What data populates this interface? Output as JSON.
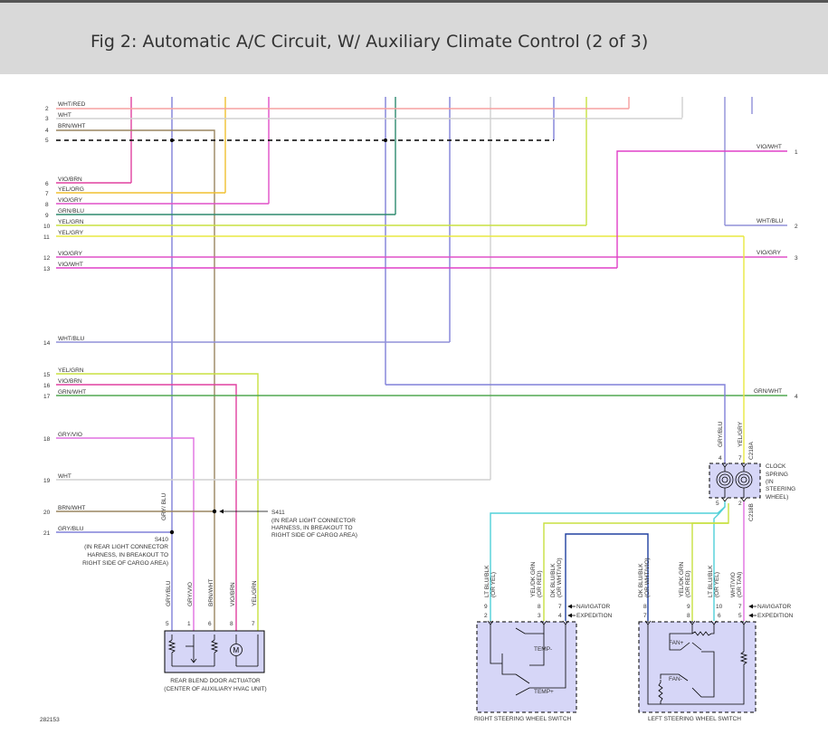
{
  "header": {
    "title": "Fig 2: Automatic A/C Circuit, W/ Auxiliary Climate Control (2 of 3)"
  },
  "figure_id": "282153",
  "colors": {
    "header_bg": "#d9d9d9",
    "connector_fill": "#d6d6f7",
    "wire_colors": {
      "WHT/RED": "#f5a0a0",
      "WHT": "#d0d0d0",
      "BRN/WHT": "#9a8660",
      "VIO/BRN": "#e040a0",
      "YEL/ORG": "#f0c030",
      "VIO/GRY": "#e050c8",
      "GRN/BLU": "#2e8a6e",
      "YEL/GRN": "#c8e040",
      "YEL/GRY": "#e8e840",
      "VIO/WHT": "#e040c8",
      "WHT/BLU": "#9090d8",
      "GRN/WHT": "#50a850",
      "GRY/VIO": "#e070e0",
      "GRY/BLU": "#8080d8",
      "LT BLU": "#50d0d8",
      "DK BLU": "#2040a0"
    }
  },
  "left_pins": [
    {
      "num": "2",
      "label": "WHT/RED"
    },
    {
      "num": "3",
      "label": "WHT"
    },
    {
      "num": "4",
      "label": "BRN/WHT"
    },
    {
      "num": "5",
      "label": ""
    },
    {
      "num": "6",
      "label": "VIO/BRN"
    },
    {
      "num": "7",
      "label": "YEL/ORG"
    },
    {
      "num": "8",
      "label": "VIO/GRY"
    },
    {
      "num": "9",
      "label": "GRN/BLU"
    },
    {
      "num": "10",
      "label": "YEL/GRN"
    },
    {
      "num": "11",
      "label": "YEL/GRY"
    },
    {
      "num": "12",
      "label": "VIO/GRY"
    },
    {
      "num": "13",
      "label": "VIO/WHT"
    },
    {
      "num": "14",
      "label": "WHT/BLU"
    },
    {
      "num": "15",
      "label": "YEL/GRN"
    },
    {
      "num": "16",
      "label": "VIO/BRN"
    },
    {
      "num": "17",
      "label": "GRN/WHT"
    },
    {
      "num": "18",
      "label": "GRY/VIO"
    },
    {
      "num": "19",
      "label": "WHT"
    },
    {
      "num": "20",
      "label": "BRN/WHT"
    },
    {
      "num": "21",
      "label": "GRY/BLU"
    }
  ],
  "right_pins": [
    {
      "num": "1",
      "label": "VIO/WHT"
    },
    {
      "num": "2",
      "label": "WHT/BLU"
    },
    {
      "num": "3",
      "label": "VIO/GRY"
    },
    {
      "num": "4",
      "label": "GRN/WHT"
    }
  ],
  "splices": {
    "s411": {
      "id": "S411",
      "line1": "(IN REAR LIGHT CONNECTOR",
      "line2": "HARNESS, IN BREAKOUT TO",
      "line3": "RIGHT SIDE OF CARGO AREA)"
    },
    "s410": {
      "id": "S410",
      "line1": "(IN REAR LIGHT CONNECTOR",
      "line2": "HARNESS, IN BREAKOUT TO",
      "line3": "RIGHT SIDE OF CARGO AREA)"
    }
  },
  "gry_blu_label": "GRY/ BLU",
  "actuator": {
    "title": "REAR BLEND DOOR ACTUATOR",
    "subtitle": "(CENTER OF AUXILIARY HVAC UNIT)",
    "wire_labels": [
      "GRY/BLU",
      "GRY/VIO",
      "BRN/WHT",
      "VIO/BRN",
      "YEL/GRN"
    ],
    "pins": [
      "5",
      "1",
      "6",
      "8",
      "7"
    ]
  },
  "clock_spring": {
    "line1": "CLOCK",
    "line2": "SPRING",
    "line3": "(IN",
    "line4": "STEERING",
    "line5": "WHEEL)",
    "top_wires": [
      "GRY/BLU",
      "YEL/GRY"
    ],
    "top_pins": [
      "4",
      "7"
    ],
    "bottom_pins": [
      "5",
      "2"
    ],
    "conn_a": "C218A",
    "conn_b": "C218B"
  },
  "right_switch": {
    "title": "RIGHT STEERING WHEEL SWITCH",
    "wire_labels": [
      {
        "l1": "LT BLU/BLK",
        "l2": "(OR YEL)"
      },
      {
        "l1": "YEL/DK GRN",
        "l2": "(OR RED)"
      },
      {
        "l1": "DK BLU/BLK",
        "l2": "(OR WHT/VIO)"
      }
    ],
    "pins": [
      "2",
      "9",
      "3",
      "8",
      "4",
      "7"
    ],
    "temp_minus": "TEMP-",
    "temp_plus": "TEMP+"
  },
  "left_switch": {
    "title": "LEFT STEERING WHEEL SWITCH",
    "wire_labels": [
      {
        "l1": "DK BLU/BLK",
        "l2": "(OR WHT/VIO)"
      },
      {
        "l1": "YEL/DK GRN",
        "l2": "(OR RED)"
      },
      {
        "l1": "LT BLU/BLK",
        "l2": "(OR YEL)"
      },
      {
        "l1": "WHT/VIO",
        "l2": "(OR TAN)"
      }
    ],
    "pins": [
      "7",
      "8",
      "8",
      "9",
      "6",
      "10",
      "5",
      "7"
    ],
    "fan_plus": "FAN+",
    "fan_minus": "FAN-"
  },
  "vehicle_labels": {
    "navigator": "NAVIGATOR",
    "expedition": "EXPEDITION"
  }
}
